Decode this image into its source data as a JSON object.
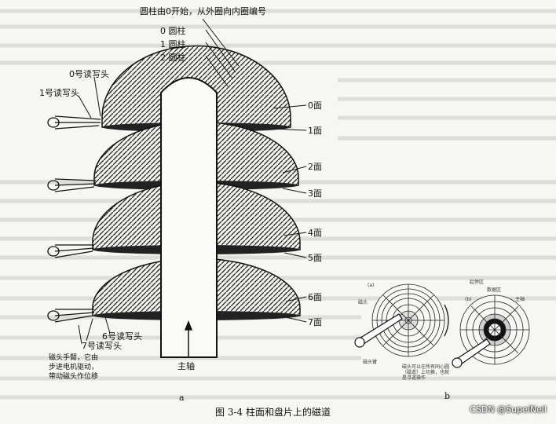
{
  "title_top": "圆柱由0开始，从外圈向内圈编号",
  "cylinders": [
    "0 圆柱",
    "1 圆柱",
    "2 圆柱"
  ],
  "head_labels": {
    "h0": "0号读写头",
    "h1": "1号读写头",
    "h6": "6号读写头",
    "h7": "7号读写头"
  },
  "surfaces": [
    "0面",
    "1面",
    "2面",
    "3面",
    "4面",
    "5面",
    "6面",
    "7面"
  ],
  "spindle_label": "主轴",
  "arm_note": [
    "磁头手臂，它由",
    "步进电机驱动，",
    "带动磁头作位移"
  ],
  "sub_a": "a",
  "sub_b": "b",
  "caption": "图 3-4   柱面和盘片上的磁道",
  "diagram_b": {
    "label_a": "(a)",
    "label_b": "(b)",
    "head_label": "磁头",
    "zone_landing": "起停区",
    "zone_data": "数据区",
    "spindle": "主轴",
    "note": [
      "磁头可以在所有同心圆",
      "（磁道）上切换，也就",
      "是寻道操作"
    ],
    "arm": "磁头臂"
  },
  "watermark": "CSDN @SupeiNeil"
}
